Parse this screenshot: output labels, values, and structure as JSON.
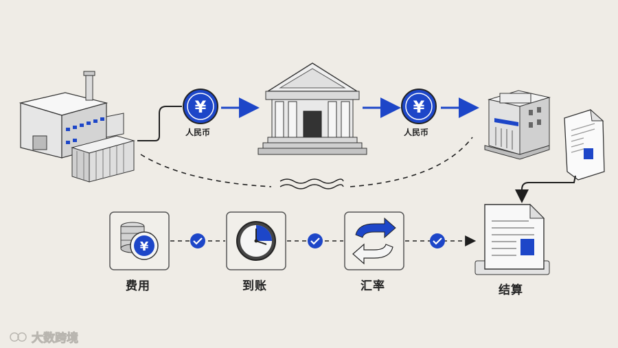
{
  "flow": {
    "currency_label_1": "人民币",
    "currency_label_2": "人民币",
    "yen_symbol": "¥"
  },
  "steps": [
    {
      "label": "费用",
      "icon": "coins-yen-icon"
    },
    {
      "label": "到账",
      "icon": "clock-icon"
    },
    {
      "label": "汇率",
      "icon": "exchange-arrows-icon"
    }
  ],
  "final": {
    "label": "结算",
    "icon": "settlement-document-icon"
  },
  "watermark": {
    "text": "大数跨境"
  },
  "colors": {
    "accent": "#1d46c8",
    "line": "#1e1e1e",
    "background": "#efece6"
  }
}
